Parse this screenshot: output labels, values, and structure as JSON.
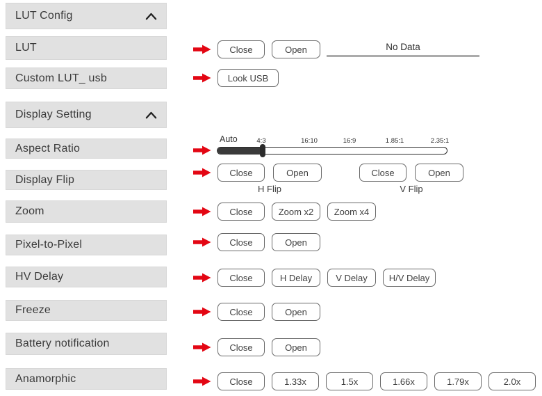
{
  "colors": {
    "panel_bg": "#e1e1e1",
    "panel_border": "#d7d7d7",
    "text": "#3b3b3b",
    "button_border": "#696969",
    "arrow_red": "#e30613",
    "slider_fill": "#3a3a3a",
    "status_underline": "#ababab"
  },
  "icons": {
    "collapse": "chevron-up-icon",
    "pointer": "red-right-arrow-icon"
  },
  "sidebar": {
    "lut_config": "LUT Config",
    "lut": "LUT",
    "custom_lut": "Custom LUT_ usb",
    "display_setting": "Display Setting",
    "aspect_ratio": "Aspect Ratio",
    "display_flip": "Display Flip",
    "zoom": "Zoom",
    "pixel_to_pixel": "Pixel-to-Pixel",
    "hv_delay": "HV Delay",
    "freeze": "Freeze",
    "battery_notification": "Battery notification",
    "anamorphic": "Anamorphic"
  },
  "controls": {
    "lut": {
      "close": "Close",
      "open": "Open",
      "status": "No Data"
    },
    "custom_lut": {
      "look_usb": "Look USB"
    },
    "aspect_ratio": {
      "value": "Auto",
      "ticks": [
        "4:3",
        "16:10",
        "16:9",
        "1.85:1",
        "2.35:1"
      ]
    },
    "display_flip": {
      "h_close": "Close",
      "h_open": "Open",
      "h_label": "H Flip",
      "v_close": "Close",
      "v_open": "Open",
      "v_label": "V Flip"
    },
    "zoom": {
      "close": "Close",
      "x2": "Zoom x2",
      "x4": "Zoom x4"
    },
    "pixel_to_pixel": {
      "close": "Close",
      "open": "Open"
    },
    "hv_delay": {
      "close": "Close",
      "h": "H Delay",
      "v": "V Delay",
      "hv": "H/V Delay"
    },
    "freeze": {
      "close": "Close",
      "open": "Open"
    },
    "battery_notification": {
      "close": "Close",
      "open": "Open"
    },
    "anamorphic": {
      "close": "Close",
      "options": [
        "1.33x",
        "1.5x",
        "1.66x",
        "1.79x",
        "2.0x"
      ]
    }
  }
}
